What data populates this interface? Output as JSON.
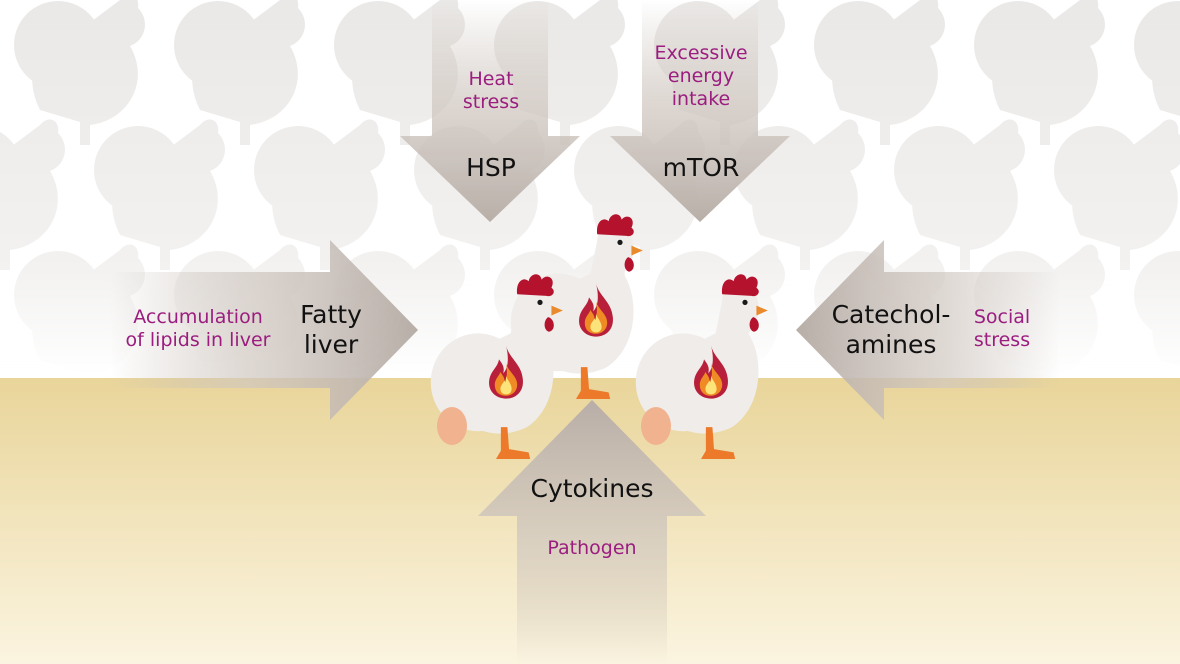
{
  "colors": {
    "cause_text": "#9b1d7f",
    "mediator_text": "#111111",
    "floor_top": "#e9d59a",
    "floor_bottom": "#fbf4e0",
    "arrow": "#c5bcb5",
    "hen_body": "#efecea",
    "comb": "#b5122e",
    "beak": "#e98a2c",
    "egg": "#f0b28f"
  },
  "arrows": {
    "top_left": {
      "cause": [
        "Heat",
        "stress"
      ],
      "mediator": "HSP",
      "direction": "down"
    },
    "top_right": {
      "cause": [
        "Excessive",
        "energy",
        "intake"
      ],
      "mediator": "mTOR",
      "direction": "down"
    },
    "left": {
      "cause": [
        "Accumulation",
        "of lipids in liver"
      ],
      "mediator": [
        "Fatty",
        "liver"
      ],
      "direction": "right"
    },
    "right": {
      "cause": [
        "Social",
        "stress"
      ],
      "mediator": [
        "Catechol-",
        "amines"
      ],
      "direction": "left"
    },
    "bottom": {
      "cause": [
        "Pathogen"
      ],
      "mediator": "Cytokines",
      "direction": "up"
    }
  },
  "center": {
    "hens": 3,
    "eggs": 2,
    "icons": [
      "flame-icon"
    ]
  }
}
